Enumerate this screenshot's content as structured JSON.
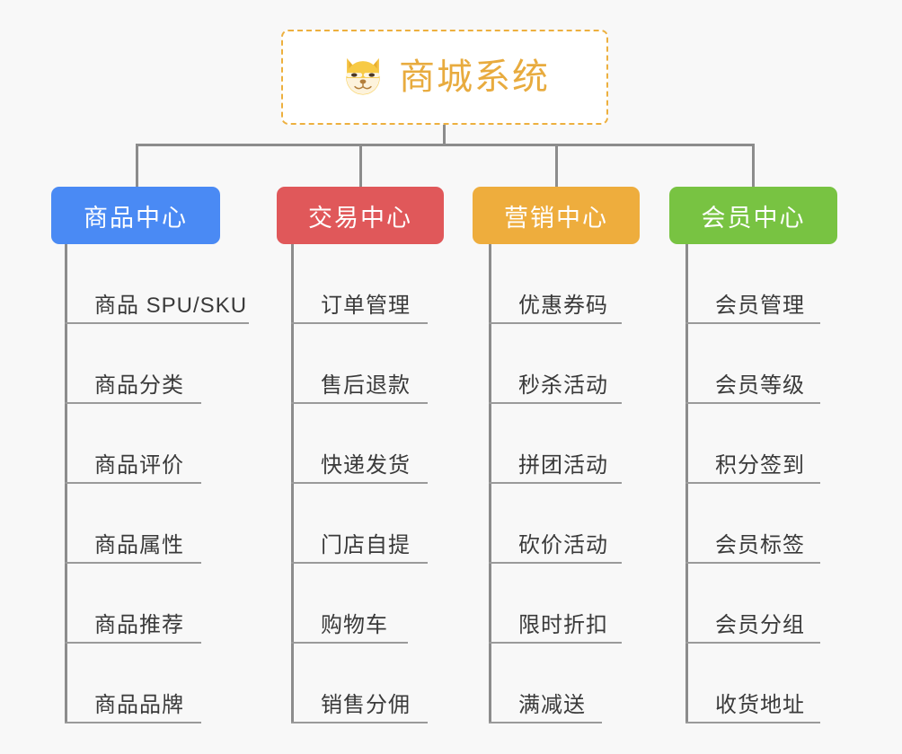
{
  "diagram": {
    "type": "mindmap",
    "background_color": "#f8f8f8",
    "root": {
      "title": "商城系统",
      "icon": "dog-face-emoji",
      "text_color": "#e8ab3e",
      "border_color": "#edb03f",
      "border_style": "dashed",
      "background_color": "#ffffff"
    },
    "connector_color": "#8c8c8c",
    "branches": [
      {
        "id": "product-center",
        "label": "商品中心",
        "color": "#4a8af4",
        "items": [
          "商品 SPU/SKU",
          "商品分类",
          "商品评价",
          "商品属性",
          "商品推荐",
          "商品品牌"
        ]
      },
      {
        "id": "trade-center",
        "label": "交易中心",
        "color": "#e0585a",
        "items": [
          "订单管理",
          "售后退款",
          "快递发货",
          "门店自提",
          "购物车",
          "销售分佣"
        ]
      },
      {
        "id": "marketing-center",
        "label": "营销中心",
        "color": "#eead3d",
        "items": [
          "优惠券码",
          "秒杀活动",
          "拼团活动",
          "砍价活动",
          "限时折扣",
          "满减送"
        ]
      },
      {
        "id": "member-center",
        "label": "会员中心",
        "color": "#78c342",
        "items": [
          "会员管理",
          "会员等级",
          "积分签到",
          "会员标签",
          "会员分组",
          "收货地址"
        ]
      }
    ]
  }
}
